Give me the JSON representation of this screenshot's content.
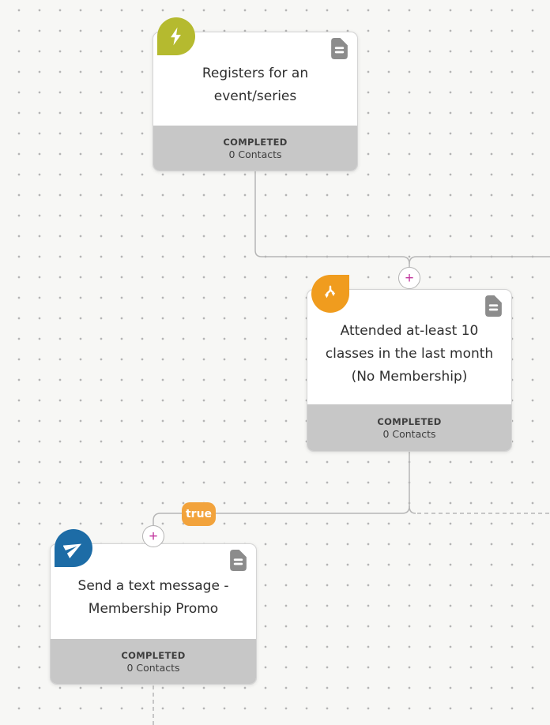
{
  "app": {
    "name": "automation-flow-canvas"
  },
  "nodes": [
    {
      "title": "Registers for an event/series",
      "status": "COMPLETED",
      "contacts": "0 Contacts",
      "icon": "lightning-icon",
      "icon_color": "#b5ba2f"
    },
    {
      "title": "Attended at-least 10 classes in the last month (No Membership)",
      "status": "COMPLETED",
      "contacts": "0 Contacts",
      "icon": "branch-split-icon",
      "icon_color": "#f09c1e"
    },
    {
      "title": "Send a text message - Membership Promo",
      "status": "COMPLETED",
      "contacts": "0 Contacts",
      "icon": "paper-plane-icon",
      "icon_color": "#1d6ca6"
    }
  ],
  "connectors": {
    "true_label": "true",
    "true_badge_color": "#f2a33c",
    "line_color": "#b6b6b6"
  },
  "controls": {
    "add_step_label": "+",
    "plus_color": "#c2379e"
  },
  "icons": {
    "note_icon_color": "#8c8c8c"
  }
}
